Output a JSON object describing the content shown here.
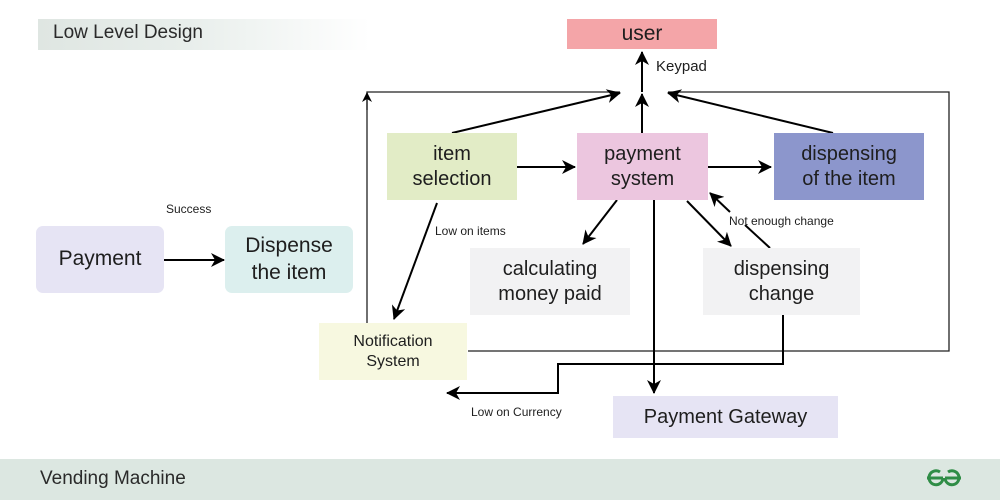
{
  "header": {
    "title": "Low Level Design"
  },
  "footer": {
    "title": "Vending Machine",
    "logo_icon": "gfg-logo-icon"
  },
  "colors": {
    "user": "#f4a5a8",
    "item_selection": "#e2ecc6",
    "payment_system": "#ecc6df",
    "dispensing_item": "#8c96cc",
    "payment": "#e6e4f4",
    "dispense_item": "#dcefee",
    "calculating": "#f2f2f3",
    "dispensing_change": "#f2f2f3",
    "notification": "#f7f8e0",
    "gateway": "#e6e4f4",
    "footer": "#dce7e1",
    "logo": "#2f8d46"
  },
  "nodes": {
    "user": "user",
    "item_selection": [
      "item",
      "selection"
    ],
    "payment_system": [
      "payment",
      "system"
    ],
    "dispensing_item": [
      "dispensing",
      "of the item"
    ],
    "payment": "Payment",
    "dispense_item": [
      "Dispense",
      "the item"
    ],
    "calculating": [
      "calculating",
      "money paid"
    ],
    "dispensing_change": [
      "dispensing",
      "change"
    ],
    "notification": [
      "Notification",
      "System"
    ],
    "gateway": "Payment Gateway"
  },
  "edge_labels": {
    "keypad": "Keypad",
    "success": "Success",
    "low_items": "Low on items",
    "not_enough_change": "Not enough change",
    "low_currency": "Low on Currency"
  }
}
